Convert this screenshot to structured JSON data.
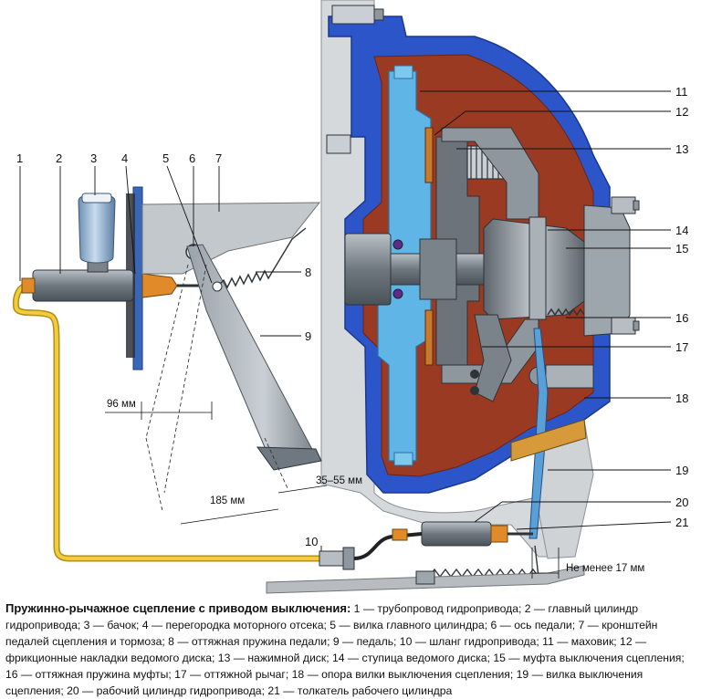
{
  "labels": {
    "n1": "1",
    "n2": "2",
    "n3": "3",
    "n4": "4",
    "n5": "5",
    "n6": "6",
    "n7": "7",
    "n8": "8",
    "n9": "9",
    "n10": "10",
    "n11": "11",
    "n12": "12",
    "n13": "13",
    "n14": "14",
    "n15": "15",
    "n16": "16",
    "n17": "17",
    "n18": "18",
    "n19": "19",
    "n20": "20",
    "n21": "21"
  },
  "dimensions": {
    "d96": "96 мм",
    "d185": "185 мм",
    "d3555": "35–55 мм",
    "dmin17": "Не менее 17 мм"
  },
  "caption": {
    "title": "Пружинно-рычажное сцепление с приводом выключения:",
    "text": " 1 — трубопровод гидропривода; 2 — главный цилиндр гидропривода; 3 — бачок; 4 — перегородка моторного отсека; 5 — вилка главного цилиндра; 6 — ось педали; 7 — кронштейн педалей сцепления и тормоза; 8 — оттяжная пружина педали; 9 — педаль; 10 — шланг гидропривода; 11 — маховик; 12 — фрикционные накладки ведомого диска; 13 — нажимной диск; 14 — ступица ведомого диска; 15 — муфта выключения сцепления; 16 — оттяжная пружина муфты; 17 — оттяжной рычаг; 18 — опора вилки выключения сцепления; 19 — вилка выключения сцепления; 20 — рабочий цилиндр гидропривода; 21 — толкатель рабочего цилиндра"
  },
  "colors": {
    "housing_blue": "#2b55c8",
    "flywheel_light_blue": "#5fb6e6",
    "red_brown": "#9b3a22",
    "steel_gray": "#8e969e",
    "pipe_yellow": "#f2cc3a",
    "piston_orange": "#e08a2a",
    "line_black": "#111111"
  }
}
